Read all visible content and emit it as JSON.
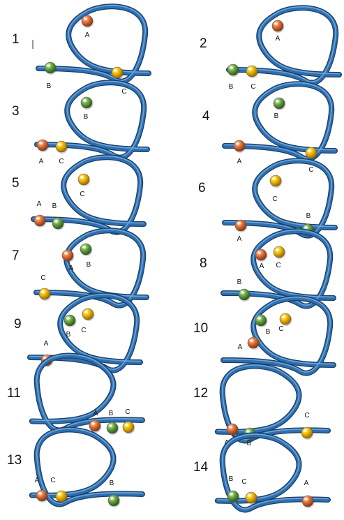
{
  "colors": {
    "rope": "#2f6fae",
    "rope_dark": "#173f6b",
    "rope_light": "#7fb2e2",
    "bead_A": "#d9652c",
    "bead_B": "#5f9b3b",
    "bead_C": "#f0b400"
  },
  "panels": [
    {
      "number": "1",
      "beads": [
        {
          "label": "A",
          "at": "loop-top"
        },
        {
          "label": "B",
          "at": "left-tail"
        },
        {
          "label": "C",
          "at": "right-tail"
        }
      ]
    },
    {
      "number": "2",
      "beads": [
        {
          "label": "A",
          "at": "loop-top"
        },
        {
          "label": "B",
          "at": "left-tail"
        },
        {
          "label": "C",
          "at": "left-tail"
        }
      ]
    },
    {
      "number": "3",
      "beads": [
        {
          "label": "A",
          "at": "left-tail"
        },
        {
          "label": "B",
          "at": "loop-top"
        },
        {
          "label": "C",
          "at": "left-tail"
        }
      ]
    },
    {
      "number": "4",
      "beads": [
        {
          "label": "A",
          "at": "left-tail"
        },
        {
          "label": "B",
          "at": "loop-top"
        },
        {
          "label": "C",
          "at": "right-tail"
        }
      ]
    },
    {
      "number": "5",
      "beads": [
        {
          "label": "A",
          "at": "left-tail"
        },
        {
          "label": "B",
          "at": "left-tail"
        },
        {
          "label": "C",
          "at": "loop-top"
        }
      ]
    },
    {
      "number": "6",
      "beads": [
        {
          "label": "A",
          "at": "left-tail"
        },
        {
          "label": "B",
          "at": "right-tail"
        },
        {
          "label": "C",
          "at": "loop-top"
        }
      ]
    },
    {
      "number": "7",
      "beads": [
        {
          "label": "A",
          "at": "loop-top"
        },
        {
          "label": "B",
          "at": "loop-top"
        },
        {
          "label": "C",
          "at": "left-tail"
        }
      ]
    },
    {
      "number": "8",
      "beads": [
        {
          "label": "A",
          "at": "loop-top"
        },
        {
          "label": "B",
          "at": "left-tail"
        },
        {
          "label": "C",
          "at": "loop-top"
        }
      ]
    },
    {
      "number": "9",
      "beads": [
        {
          "label": "A",
          "at": "left-tail"
        },
        {
          "label": "B",
          "at": "loop-top"
        },
        {
          "label": "C",
          "at": "loop-top"
        }
      ]
    },
    {
      "number": "10",
      "beads": [
        {
          "label": "A",
          "at": "loop-side"
        },
        {
          "label": "B",
          "at": "loop-top"
        },
        {
          "label": "C",
          "at": "loop-top"
        }
      ]
    },
    {
      "number": "11",
      "beads": [
        {
          "label": "A",
          "at": "right-tail"
        },
        {
          "label": "B",
          "at": "right-tail"
        },
        {
          "label": "C",
          "at": "right-tail"
        }
      ]
    },
    {
      "number": "12",
      "beads": [
        {
          "label": "A",
          "at": "left-tail"
        },
        {
          "label": "B",
          "at": "crossing"
        },
        {
          "label": "C",
          "at": "right-tail"
        }
      ]
    },
    {
      "number": "13",
      "beads": [
        {
          "label": "A",
          "at": "left-tail"
        },
        {
          "label": "B",
          "at": "right-tail"
        },
        {
          "label": "C",
          "at": "left-tail"
        }
      ]
    },
    {
      "number": "14",
      "beads": [
        {
          "label": "A",
          "at": "right-tail"
        },
        {
          "label": "B",
          "at": "left-tail"
        },
        {
          "label": "C",
          "at": "left-tail"
        }
      ]
    }
  ]
}
